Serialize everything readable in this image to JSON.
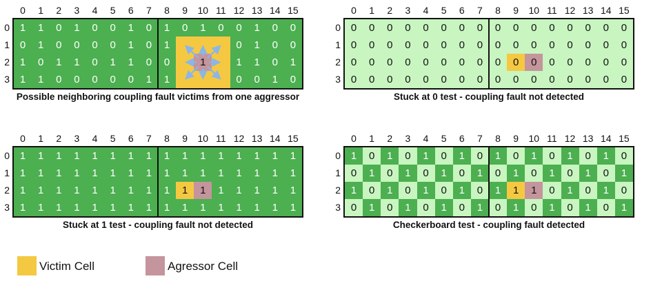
{
  "columns": [
    "0",
    "1",
    "2",
    "3",
    "4",
    "5",
    "6",
    "7",
    "8",
    "9",
    "10",
    "11",
    "12",
    "13",
    "14",
    "15"
  ],
  "rows": [
    "0",
    "1",
    "2",
    "3"
  ],
  "colors": {
    "dark_cell": "#4caf50",
    "light_cell": "#c8f5c0",
    "victim": "#f5c842",
    "aggressor": "#c4959c",
    "arrow": "#8ab6e8"
  },
  "panels": [
    {
      "id": "neighboring",
      "caption": "Possible neighboring coupling fault victims from one aggressor",
      "background": "dark",
      "values": [
        [
          "1",
          "1",
          "0",
          "1",
          "0",
          "0",
          "1",
          "0",
          "1",
          "0",
          "1",
          "0",
          "0",
          "1",
          "0",
          "0"
        ],
        [
          "0",
          "1",
          "0",
          "0",
          "0",
          "0",
          "1",
          "0",
          "1",
          "",
          "",
          "",
          "0",
          "1",
          "0",
          "0"
        ],
        [
          "1",
          "0",
          "1",
          "1",
          "0",
          "1",
          "1",
          "0",
          "0",
          "",
          "1",
          "",
          "1",
          "1",
          "0",
          "1"
        ],
        [
          "1",
          "1",
          "0",
          "0",
          "0",
          "0",
          "0",
          "1",
          "1",
          "",
          "",
          "",
          "0",
          "0",
          "1",
          "0"
        ]
      ],
      "victims": [
        [
          1,
          9
        ],
        [
          1,
          10
        ],
        [
          1,
          11
        ],
        [
          2,
          9
        ],
        [
          2,
          11
        ],
        [
          3,
          9
        ],
        [
          3,
          10
        ],
        [
          3,
          11
        ]
      ],
      "aggressors": [
        [
          2,
          10
        ]
      ],
      "arrows_from": [
        2,
        10
      ]
    },
    {
      "id": "stuck-at-0",
      "caption": "Stuck at 0 test - coupling fault not detected",
      "background": "light",
      "values": [
        [
          "0",
          "0",
          "0",
          "0",
          "0",
          "0",
          "0",
          "0",
          "0",
          "0",
          "0",
          "0",
          "0",
          "0",
          "0",
          "0"
        ],
        [
          "0",
          "0",
          "0",
          "0",
          "0",
          "0",
          "0",
          "0",
          "0",
          "0",
          "0",
          "0",
          "0",
          "0",
          "0",
          "0"
        ],
        [
          "0",
          "0",
          "0",
          "0",
          "0",
          "0",
          "0",
          "0",
          "0",
          "0",
          "0",
          "0",
          "0",
          "0",
          "0",
          "0"
        ],
        [
          "0",
          "0",
          "0",
          "0",
          "0",
          "0",
          "0",
          "0",
          "0",
          "0",
          "0",
          "0",
          "0",
          "0",
          "0",
          "0"
        ]
      ],
      "victims": [
        [
          2,
          9
        ]
      ],
      "aggressors": [
        [
          2,
          10
        ]
      ]
    },
    {
      "id": "stuck-at-1",
      "caption": "Stuck at 1 test - coupling fault not detected",
      "background": "dark",
      "values": [
        [
          "1",
          "1",
          "1",
          "1",
          "1",
          "1",
          "1",
          "1",
          "1",
          "1",
          "1",
          "1",
          "1",
          "1",
          "1",
          "1"
        ],
        [
          "1",
          "1",
          "1",
          "1",
          "1",
          "1",
          "1",
          "1",
          "1",
          "1",
          "1",
          "1",
          "1",
          "1",
          "1",
          "1"
        ],
        [
          "1",
          "1",
          "1",
          "1",
          "1",
          "1",
          "1",
          "1",
          "1",
          "1",
          "1",
          "1",
          "1",
          "1",
          "1",
          "1"
        ],
        [
          "1",
          "1",
          "1",
          "1",
          "1",
          "1",
          "1",
          "1",
          "1",
          "1",
          "1",
          "1",
          "1",
          "1",
          "1",
          "1"
        ]
      ],
      "victims": [
        [
          2,
          9
        ]
      ],
      "aggressors": [
        [
          2,
          10
        ]
      ]
    },
    {
      "id": "checkerboard",
      "caption": "Checkerboard test - coupling fault detected",
      "background": "checker",
      "values": [
        [
          "1",
          "0",
          "1",
          "0",
          "1",
          "0",
          "1",
          "0",
          "1",
          "0",
          "1",
          "0",
          "1",
          "0",
          "1",
          "0"
        ],
        [
          "0",
          "1",
          "0",
          "1",
          "0",
          "1",
          "0",
          "1",
          "0",
          "1",
          "0",
          "1",
          "0",
          "1",
          "0",
          "1"
        ],
        [
          "1",
          "0",
          "1",
          "0",
          "1",
          "0",
          "1",
          "0",
          "1",
          "1",
          "1",
          "0",
          "1",
          "0",
          "1",
          "0"
        ],
        [
          "0",
          "1",
          "0",
          "1",
          "0",
          "1",
          "0",
          "1",
          "0",
          "1",
          "0",
          "1",
          "0",
          "1",
          "0",
          "1"
        ]
      ],
      "victims": [
        [
          2,
          9
        ]
      ],
      "aggressors": [
        [
          2,
          10
        ]
      ]
    }
  ],
  "legend": {
    "victim_label": "Victim Cell",
    "aggressor_label": "Agressor Cell"
  }
}
